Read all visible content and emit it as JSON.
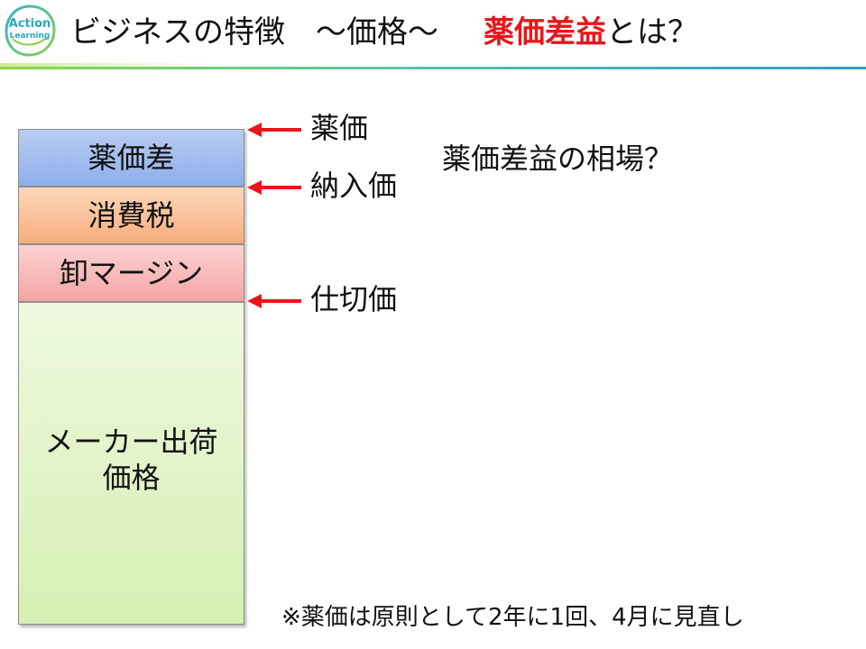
{
  "header": {
    "logo_text_line1": "Action",
    "logo_text_line2": "Learning",
    "title_main": "ビジネスの特徴　～価格～",
    "title_accent": "薬価差益",
    "title_suffix": "とは？"
  },
  "stack": {
    "segments": [
      {
        "label": "薬価差"
      },
      {
        "label": "消費税"
      },
      {
        "label": "卸マージン"
      },
      {
        "label_line1": "メーカー出荷",
        "label_line2": "価格"
      }
    ]
  },
  "price_points": [
    {
      "label": "薬価"
    },
    {
      "label": "納入価"
    },
    {
      "label": "仕切価"
    }
  ],
  "question": "薬価差益の相場？",
  "footnote": "※薬価は原則として2年に1回、4月に見直し",
  "colors": {
    "accent_red": "#e8161a",
    "arrow_red": "#e8161a",
    "segment_blue": "#8eaeea",
    "segment_orange": "#f6ad7b",
    "segment_pink": "#f4a4a4",
    "segment_green": "#d6efb3"
  }
}
